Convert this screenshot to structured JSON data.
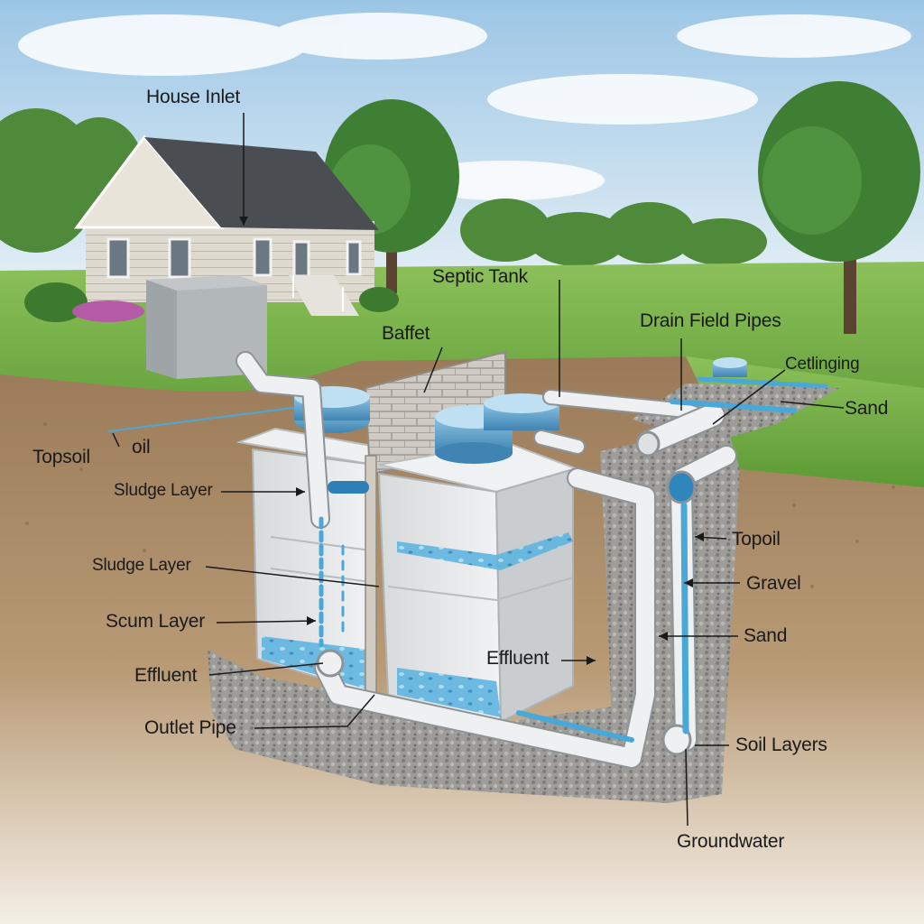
{
  "diagram": {
    "labels": {
      "house_inlet": "House Inlet",
      "septic_tank": "Septic Tank",
      "baffet": "Baffet",
      "drain_field_pipes": "Drain Field Pipes",
      "cetlinging": "Cetlinging",
      "sand_top": "Sand",
      "topsoil": "Topsoil",
      "oil": "oil",
      "sludge_layer_1": "Sludge Layer",
      "sludge_layer_2": "Sludge Layer",
      "scum_layer": "Scum Layer",
      "effluent_left": "Effluent",
      "outlet_pipe": "Outlet Pipe",
      "effluent_right": "Effluent",
      "topoil": "Topoil",
      "gravel": "Gravel",
      "sand_right": "Sand",
      "soil_layers": "Soil Layers",
      "groundwater": "Groundwater"
    },
    "colors": {
      "sky": "#bcd8ee",
      "grass": "#6fae3f",
      "soil": "#a98a66",
      "gravel": "#9a9a98",
      "concrete": "#e3e5e6",
      "water": "#4aa8d8",
      "pipe": "#e9ebec",
      "house_siding": "#dcd8cc",
      "roof": "#4a4d52"
    }
  }
}
